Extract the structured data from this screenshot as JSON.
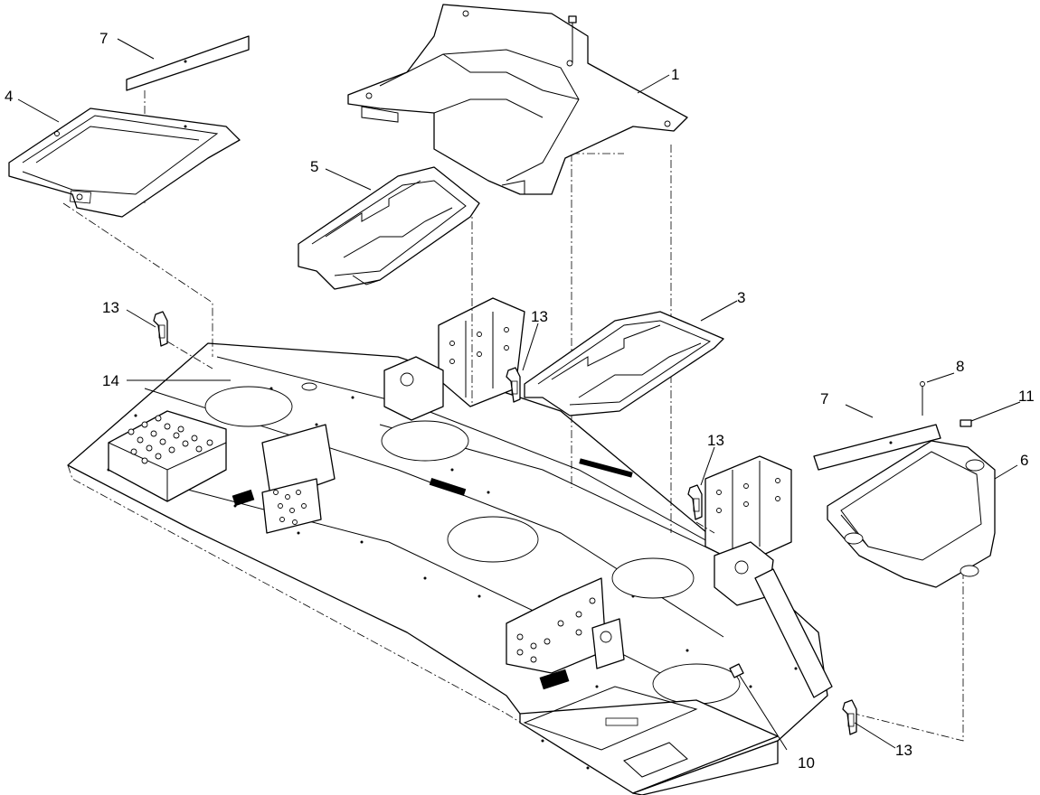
{
  "callouts": [
    {
      "id": "1",
      "text": "1"
    },
    {
      "id": "3",
      "text": "3"
    },
    {
      "id": "4",
      "text": "4"
    },
    {
      "id": "5",
      "text": "5"
    },
    {
      "id": "6",
      "text": "6"
    },
    {
      "id": "7a",
      "text": "7"
    },
    {
      "id": "7b",
      "text": "7"
    },
    {
      "id": "8",
      "text": "8"
    },
    {
      "id": "10",
      "text": "10"
    },
    {
      "id": "11",
      "text": "11"
    },
    {
      "id": "13a",
      "text": "13"
    },
    {
      "id": "13b",
      "text": "13"
    },
    {
      "id": "13c",
      "text": "13"
    },
    {
      "id": "13d",
      "text": "13"
    },
    {
      "id": "14",
      "text": "14"
    }
  ],
  "colors": {
    "line": "#000000",
    "background": "#ffffff"
  }
}
